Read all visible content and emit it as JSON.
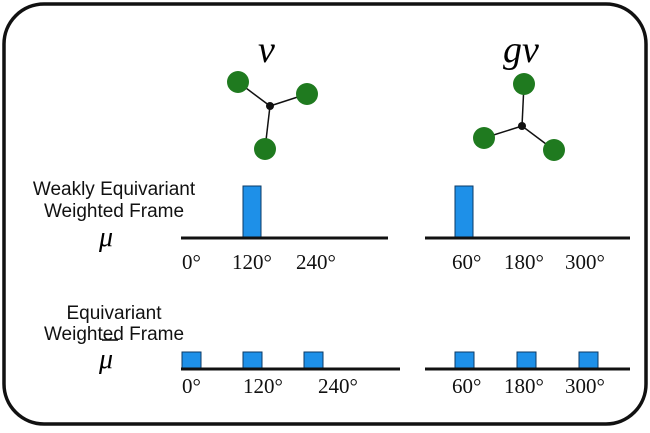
{
  "panels": {
    "left": {
      "title": "v",
      "molecule_rotation_deg": 0
    },
    "right": {
      "title": "gv",
      "molecule_rotation_deg": 60
    }
  },
  "rows": {
    "weak": {
      "label_line1": "Weakly Equivariant",
      "label_line2": "Weighted Frame",
      "symbol": "μ",
      "left_ticks": [
        "0°",
        "120°",
        "240°"
      ],
      "right_ticks": [
        "60°",
        "180°",
        "300°"
      ]
    },
    "equivariant": {
      "label_line1": "Equivariant",
      "label_line2": "Weighted Frame",
      "symbol": "μ",
      "left_ticks": [
        "0°",
        "120°",
        "240°"
      ],
      "right_ticks": [
        "60°",
        "180°",
        "300°"
      ]
    }
  },
  "colors": {
    "atom": "#1f7a1f",
    "bar": "#1e90e8",
    "bar_stroke": "#0b3a66",
    "axis": "#111111",
    "border": "#111111"
  }
}
